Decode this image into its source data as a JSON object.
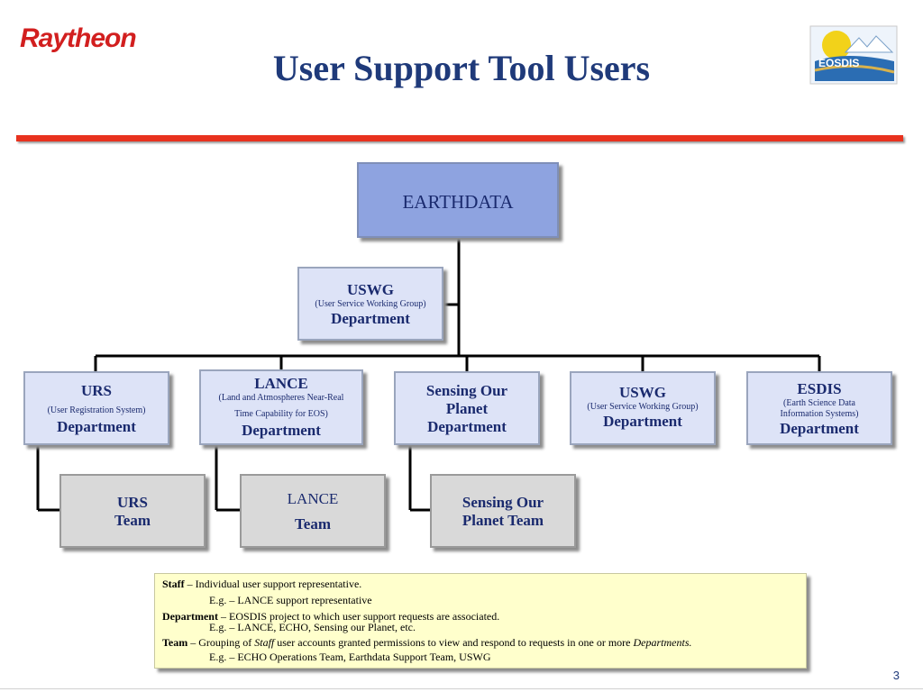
{
  "header": {
    "brand": "Raytheon",
    "title": "User Support Tool Users",
    "eosdis_logo_text": "EOSDIS"
  },
  "org_chart": {
    "root": "EARTHDATA",
    "uswg_top": {
      "name": "USWG",
      "subtitle": "(User Service Working Group)",
      "type": "Department"
    },
    "departments": [
      {
        "name": "URS",
        "subtitle": "(User Registration System)",
        "type": "Department"
      },
      {
        "name": "LANCE",
        "subtitle_1": "(Land and Atmospheres Near-Real",
        "subtitle_2": "Time Capability for EOS)",
        "type": "Department"
      },
      {
        "name_1": "Sensing Our",
        "name_2": "Planet",
        "type": "Department"
      },
      {
        "name": "USWG",
        "subtitle": "(User Service Working Group)",
        "type": "Department"
      },
      {
        "name": "ESDIS",
        "subtitle_1": "(Earth Science Data",
        "subtitle_2": "Information Systems)",
        "type": "Department"
      }
    ],
    "teams": [
      {
        "line1": "URS",
        "line2": "Team"
      },
      {
        "line1": "LANCE",
        "line2": "Team"
      },
      {
        "line1": "Sensing Our",
        "line2": "Planet Team"
      }
    ]
  },
  "legend": {
    "staff_term": "Staff",
    "staff_def": " – Individual user support representative.",
    "staff_eg": "E.g. – LANCE support representative",
    "dept_term": "Department",
    "dept_def": " – EOSDIS project to which user support requests are associated.",
    "dept_eg": "E.g. – LANCE, ECHO, Sensing our Planet, etc.",
    "team_term": "Team",
    "team_def_1": " – Grouping of ",
    "team_def_staff": "Staff",
    "team_def_2": " user accounts granted permissions to view and respond to requests in one or more ",
    "team_def_depts": "Departments.",
    "team_eg": "E.g. – ECHO Operations Team, Earthdata Support Team, USWG"
  },
  "footer": {
    "page_number": "3"
  }
}
